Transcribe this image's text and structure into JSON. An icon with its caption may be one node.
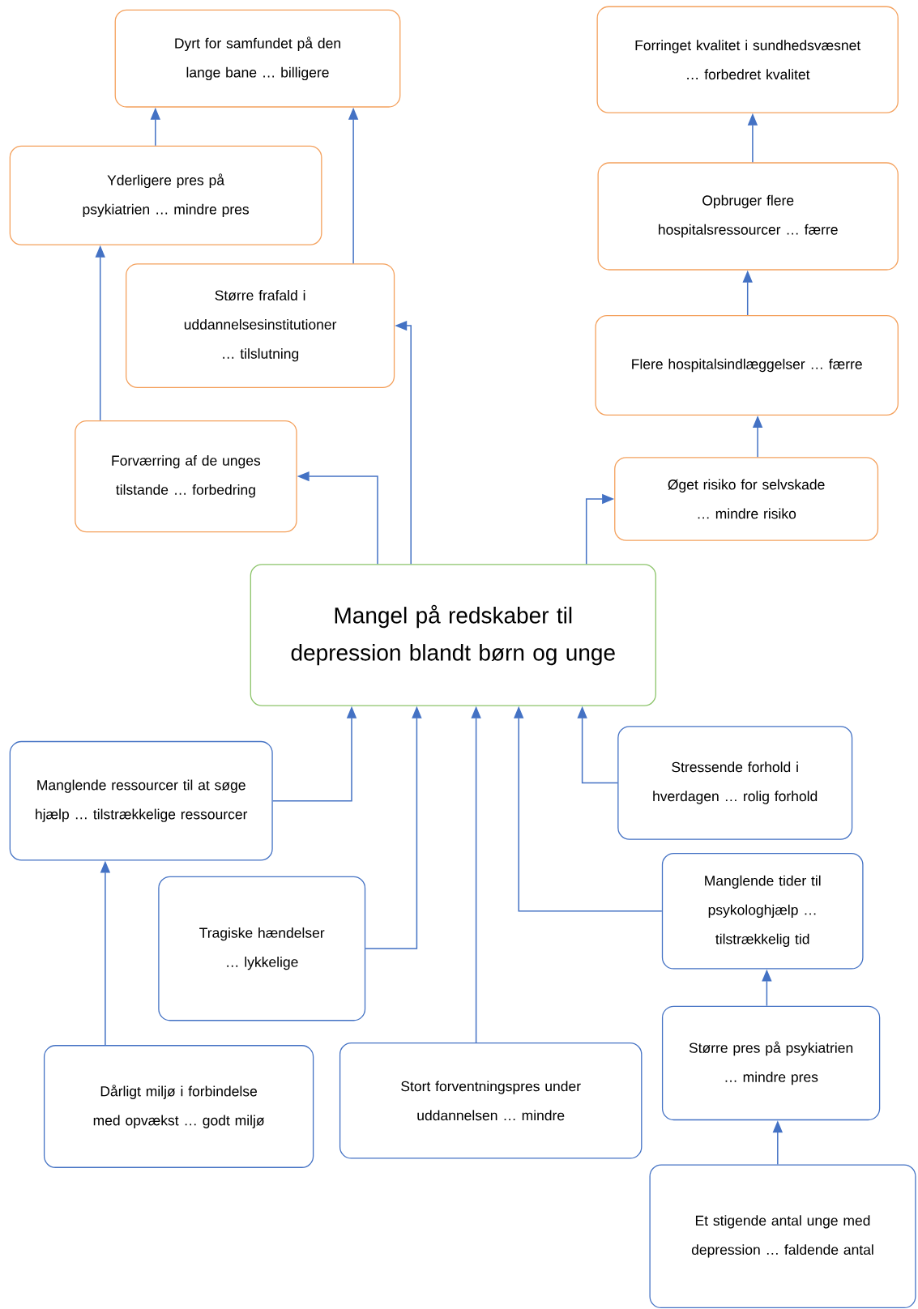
{
  "diagram": {
    "nodes": [
      {
        "text": [
          "Dyrt for samfundet på den lange bane … billigere"
        ]
      },
      {
        "text": [
          "Forringet kvalitet i sundhedsvæsnet … forbedret kvalitet"
        ]
      },
      {
        "text": [
          "Yderligere pres på psykiatrien … mindre pres"
        ]
      },
      {
        "text": [
          "Opbruger flere hospitalsressourcer … færre"
        ]
      },
      {
        "text": [
          "Større frafald i uddannelsesinstitutioner … tilslutning"
        ]
      },
      {
        "text": [
          "Flere hospitalsindlæggelser … færre"
        ]
      },
      {
        "text": [
          "Forværring af de unges tilstande … forbedring"
        ]
      },
      {
        "text": [
          "Øget risiko for selvskade … mindre risiko"
        ]
      },
      {
        "text": [
          "Mangel på redskaber til depression blandt børn og unge"
        ]
      },
      {
        "text": [
          "Manglende ressourcer til at søge hjælp … tilstrækkelige ressourcer"
        ]
      },
      {
        "text": [
          "Stressende forhold i hverdagen … rolig forhold"
        ]
      },
      {
        "text": [
          "Tragiske hændelser … lykkelige"
        ]
      },
      {
        "text": [
          "Manglende tider til psykologhjælp … tilstrækkelig tid"
        ]
      },
      {
        "text": [
          "Dårligt miljø i forbindelse med opvækst … godt miljø"
        ]
      },
      {
        "text": [
          "Stort forventningspres under uddannelsen … mindre"
        ]
      },
      {
        "text": [
          "Større pres på psykiatrien … mindre pres"
        ]
      },
      {
        "text": [
          "Et stigende antal unge med depression … faldende antal"
        ]
      }
    ],
    "edges": [
      {
        "from": 2,
        "to": 0,
        "arrow": "to"
      },
      {
        "from": 4,
        "to": 0,
        "arrow": "to"
      },
      {
        "from": 6,
        "to": 2,
        "arrow": "to"
      },
      {
        "from": 8,
        "to": 6,
        "arrow": "to"
      },
      {
        "from": 8,
        "to": 4,
        "arrow": "to"
      },
      {
        "from": 8,
        "to": 7,
        "arrow": "to"
      },
      {
        "from": 7,
        "to": 5,
        "arrow": "to"
      },
      {
        "from": 5,
        "to": 3,
        "arrow": "to"
      },
      {
        "from": 3,
        "to": 1,
        "arrow": "to"
      },
      {
        "from": 9,
        "to": 8,
        "arrow": "to"
      },
      {
        "from": 11,
        "to": 8,
        "arrow": "to"
      },
      {
        "from": 14,
        "to": 8,
        "arrow": "to"
      },
      {
        "from": 12,
        "to": 8,
        "arrow": "to"
      },
      {
        "from": 10,
        "to": 8,
        "arrow": "to"
      },
      {
        "from": 15,
        "to": 12,
        "arrow": "to"
      },
      {
        "from": 13,
        "to": 9,
        "arrow": "to"
      },
      {
        "from": 16,
        "to": 15,
        "arrow": "to"
      }
    ]
  }
}
